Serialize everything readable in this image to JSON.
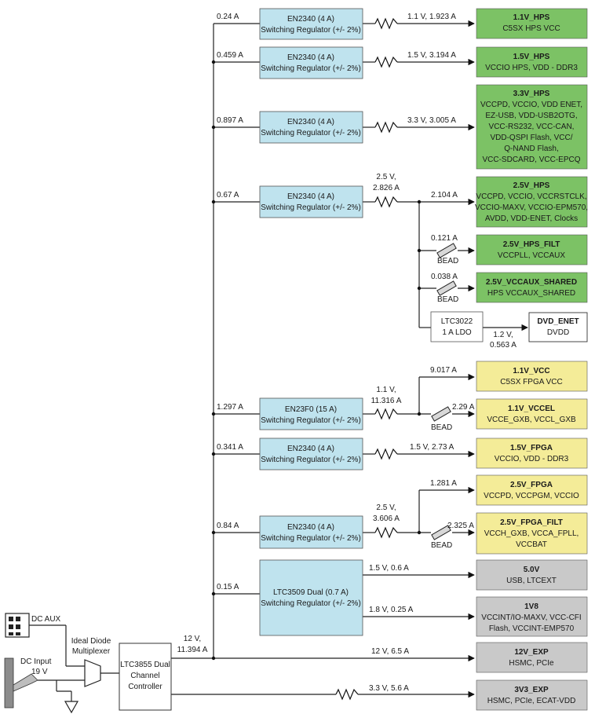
{
  "colors": {
    "hps": "#7cc265",
    "fpga": "#f4ec98",
    "misc": "#c9c9c9",
    "regulator": "#bfe3ee"
  },
  "inputs": {
    "dc_aux": "DC AUX",
    "dc_input": "DC Input",
    "dc_input_voltage": "19 V",
    "mux": [
      "Ideal Diode",
      "Multiplexer"
    ],
    "controller": [
      "LTC3855 Dual",
      "Channel",
      "Controller"
    ],
    "bus": [
      "12 V,",
      "11.394 A"
    ]
  },
  "regulators": [
    {
      "id": "r1",
      "current": "0.24 A",
      "lines": [
        "EN2340 (4 A)",
        "Switching Regulator (+/- 2%)"
      ],
      "out": "1.1 V, 1.923 A"
    },
    {
      "id": "r2",
      "current": "0.459 A",
      "lines": [
        "EN2340 (4 A)",
        "Switching Regulator (+/- 2%)"
      ],
      "out": "1.5 V, 3.194 A"
    },
    {
      "id": "r3",
      "current": "0.897 A",
      "lines": [
        "EN2340 (4 A)",
        "Switching Regulator (+/- 2%)"
      ],
      "out": "3.3 V, 3.005 A"
    },
    {
      "id": "r4",
      "current": "0.67 A",
      "lines": [
        "EN2340 (4 A)",
        "Switching Regulator (+/- 2%)"
      ],
      "out": [
        "2.5 V,",
        "2.826 A"
      ]
    },
    {
      "id": "r5",
      "current": "1.297 A",
      "lines": [
        "EN23F0 (15 A)",
        "Switching Regulator (+/- 2%)"
      ],
      "out": [
        "1.1 V,",
        "11.316 A"
      ]
    },
    {
      "id": "r6",
      "current": "0.341 A",
      "lines": [
        "EN2340 (4 A)",
        "Switching Regulator (+/- 2%)"
      ],
      "out": "1.5 V, 2.73 A"
    },
    {
      "id": "r7",
      "current": "0.84 A",
      "lines": [
        "EN2340 (4 A)",
        "Switching Regulator (+/- 2%)"
      ],
      "out": [
        "2.5 V,",
        "3.606 A"
      ]
    },
    {
      "id": "r8",
      "current": "0.15 A",
      "lines": [
        "LTC3509 Dual (0.7 A)",
        "Switching Regulator (+/- 2%)"
      ],
      "out_a": "1.5 V, 0.6 A",
      "out_b": "1.8 V, 0.25 A"
    }
  ],
  "branches": {
    "r4_main": "2.104 A",
    "r4_filt": "0.121 A",
    "r4_vccaux": "0.038 A",
    "bead": "BEAD",
    "ldo": [
      "LTC3022",
      "1 A LDO"
    ],
    "ldo_out": [
      "1.2 V,",
      "0.563 A"
    ],
    "r5_main": "9.017 A",
    "r5_bead": "2.29 A",
    "r7_main": "1.281 A",
    "r7_bead": "2.325 A",
    "exp12": "12 V, 6.5 A",
    "exp33": "3.3 V, 5.6 A"
  },
  "rails": [
    {
      "id": "v11hps",
      "title": "1.1V_HPS",
      "lines": [
        "C5SX HPS VCC"
      ]
    },
    {
      "id": "v15hps",
      "title": "1.5V_HPS",
      "lines": [
        "VCCIO HPS, VDD - DDR3"
      ]
    },
    {
      "id": "v33hps",
      "title": "3.3V_HPS",
      "lines": [
        "VCCPD, VCCIO, VDD ENET,",
        "EZ-USB, VDD-USB2OTG,",
        "VCC-RS232, VCC-CAN,",
        "VDD-QSPI Flash, VCC/",
        "Q-NAND Flash,",
        "VCC-SDCARD, VCC-EPCQ"
      ]
    },
    {
      "id": "v25hps",
      "title": "2.5V_HPS",
      "lines": [
        "VCCPD, VCCIO, VCCRSTCLK,",
        "VCCIO-MAXV, VCCIO-EPM570,",
        "AVDD, VDD-ENET, Clocks"
      ]
    },
    {
      "id": "v25hpsfilt",
      "title": "2.5V_HPS_FILT",
      "lines": [
        "VCCPLL, VCCAUX"
      ]
    },
    {
      "id": "v25aux",
      "title": "2.5V_VCCAUX_SHARED",
      "lines": [
        "HPS VCCAUX_SHARED"
      ]
    },
    {
      "id": "dvdenet",
      "title": "DVD_ENET",
      "lines": [
        "DVDD"
      ]
    },
    {
      "id": "v11vcc",
      "title": "1.1V_VCC",
      "lines": [
        "C5SX FPGA VCC"
      ]
    },
    {
      "id": "v11vccel",
      "title": "1.1V_VCCEL",
      "lines": [
        "VCCE_GXB, VCCL_GXB"
      ]
    },
    {
      "id": "v15fpga",
      "title": "1.5V_FPGA",
      "lines": [
        "VCCIO, VDD - DDR3"
      ]
    },
    {
      "id": "v25fpga",
      "title": "2.5V_FPGA",
      "lines": [
        "VCCPD, VCCPGM, VCCIO"
      ]
    },
    {
      "id": "v25fpgafilt",
      "title": "2.5V_FPGA_FILT",
      "lines": [
        "VCCH_GXB, VCCA_FPLL,",
        "VCCBAT"
      ]
    },
    {
      "id": "v50",
      "title": "5.0V",
      "lines": [
        "USB, LTCEXT"
      ]
    },
    {
      "id": "v18",
      "title": "1V8",
      "lines": [
        "VCCINT/IO-MAXV, VCC-CFI",
        "Flash, VCCINT-EMP570"
      ]
    },
    {
      "id": "v12exp",
      "title": "12V_EXP",
      "lines": [
        "HSMC, PCIe"
      ]
    },
    {
      "id": "v33exp",
      "title": "3V3_EXP",
      "lines": [
        "HSMC, PCIe, ECAT-VDD"
      ]
    }
  ]
}
